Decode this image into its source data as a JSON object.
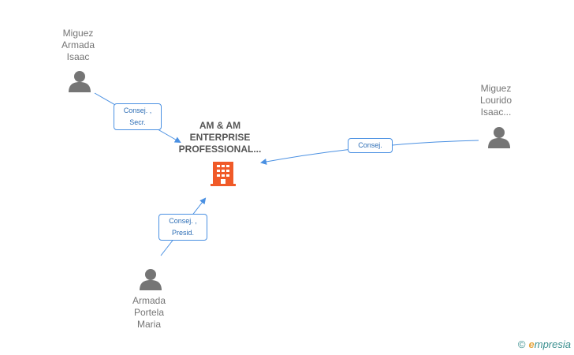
{
  "company": {
    "name": "AM & AM\nENTERPRISE\nPROFESSIONAL..."
  },
  "people": [
    {
      "id": "p1",
      "name": "Miguez\nArmada\nIsaac"
    },
    {
      "id": "p2",
      "name": "Miguez\nLourido\nIsaac..."
    },
    {
      "id": "p3",
      "name": "Armada\nPortela\nMaria"
    }
  ],
  "roles": [
    {
      "id": "r1",
      "label": "Consej. ,\nSecr."
    },
    {
      "id": "r2",
      "label": "Consej."
    },
    {
      "id": "r3",
      "label": "Consej. ,\nPresid."
    }
  ],
  "brand": {
    "copyright": "©",
    "name_initial": "e",
    "name_rest": "mpresia"
  },
  "colors": {
    "person": "#757575",
    "company_icon": "#f05a28",
    "link": "#4a90e2"
  },
  "icons": {
    "person": "person-icon",
    "company": "building-icon"
  }
}
